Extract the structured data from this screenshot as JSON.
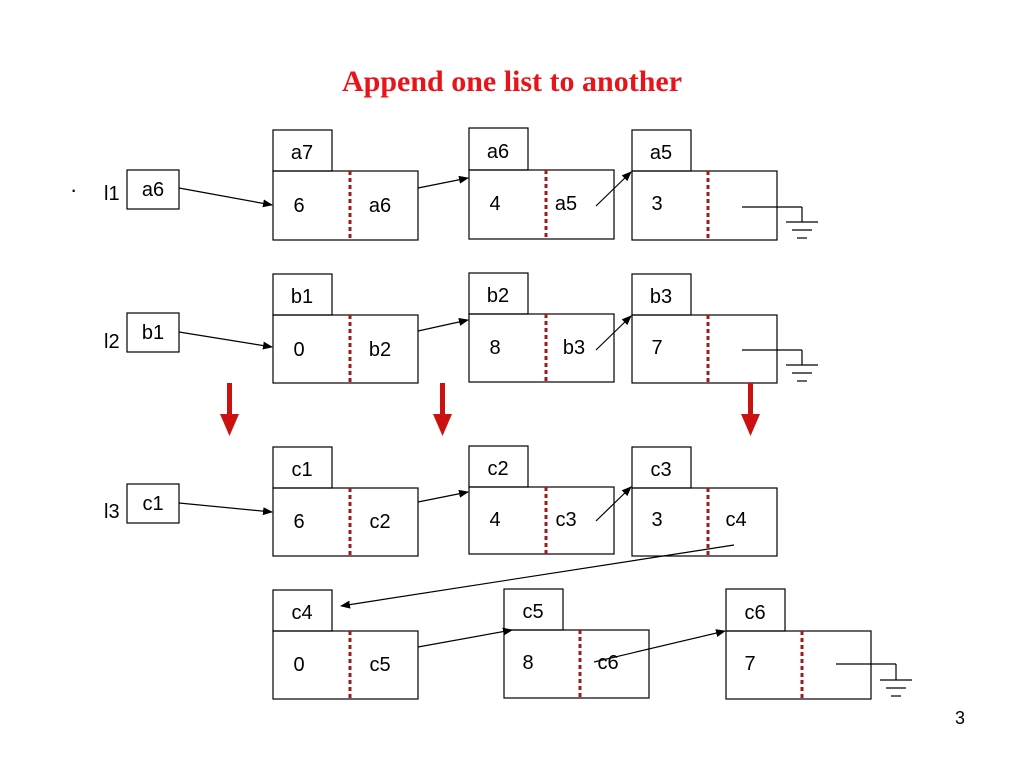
{
  "title": "Append one list to another",
  "page_number": "3",
  "colors": {
    "title": "#e8141a",
    "divider": "#a11b1b",
    "transform_arrow": "#cc1111",
    "line": "#000000"
  },
  "bullet": "·",
  "pointers": [
    {
      "name": "l1",
      "value": "a6"
    },
    {
      "name": "l2",
      "value": "b1"
    },
    {
      "name": "l3",
      "value": "c1"
    }
  ],
  "lists": [
    {
      "name": "l1",
      "nodes": [
        {
          "address": "a7",
          "data": "6",
          "next": "a6"
        },
        {
          "address": "a6",
          "data": "4",
          "next": "a5"
        },
        {
          "address": "a5",
          "data": "3",
          "next": ""
        }
      ]
    },
    {
      "name": "l2",
      "nodes": [
        {
          "address": "b1",
          "data": "0",
          "next": "b2"
        },
        {
          "address": "b2",
          "data": "8",
          "next": "b3"
        },
        {
          "address": "b3",
          "data": "7",
          "next": ""
        }
      ]
    },
    {
      "name": "l3",
      "nodes": [
        {
          "address": "c1",
          "data": "6",
          "next": "c2"
        },
        {
          "address": "c2",
          "data": "4",
          "next": "c3"
        },
        {
          "address": "c3",
          "data": "3",
          "next": "c4"
        },
        {
          "address": "c4",
          "data": "0",
          "next": "c5"
        },
        {
          "address": "c5",
          "data": "8",
          "next": "c6"
        },
        {
          "address": "c6",
          "data": "7",
          "next": ""
        }
      ]
    }
  ]
}
